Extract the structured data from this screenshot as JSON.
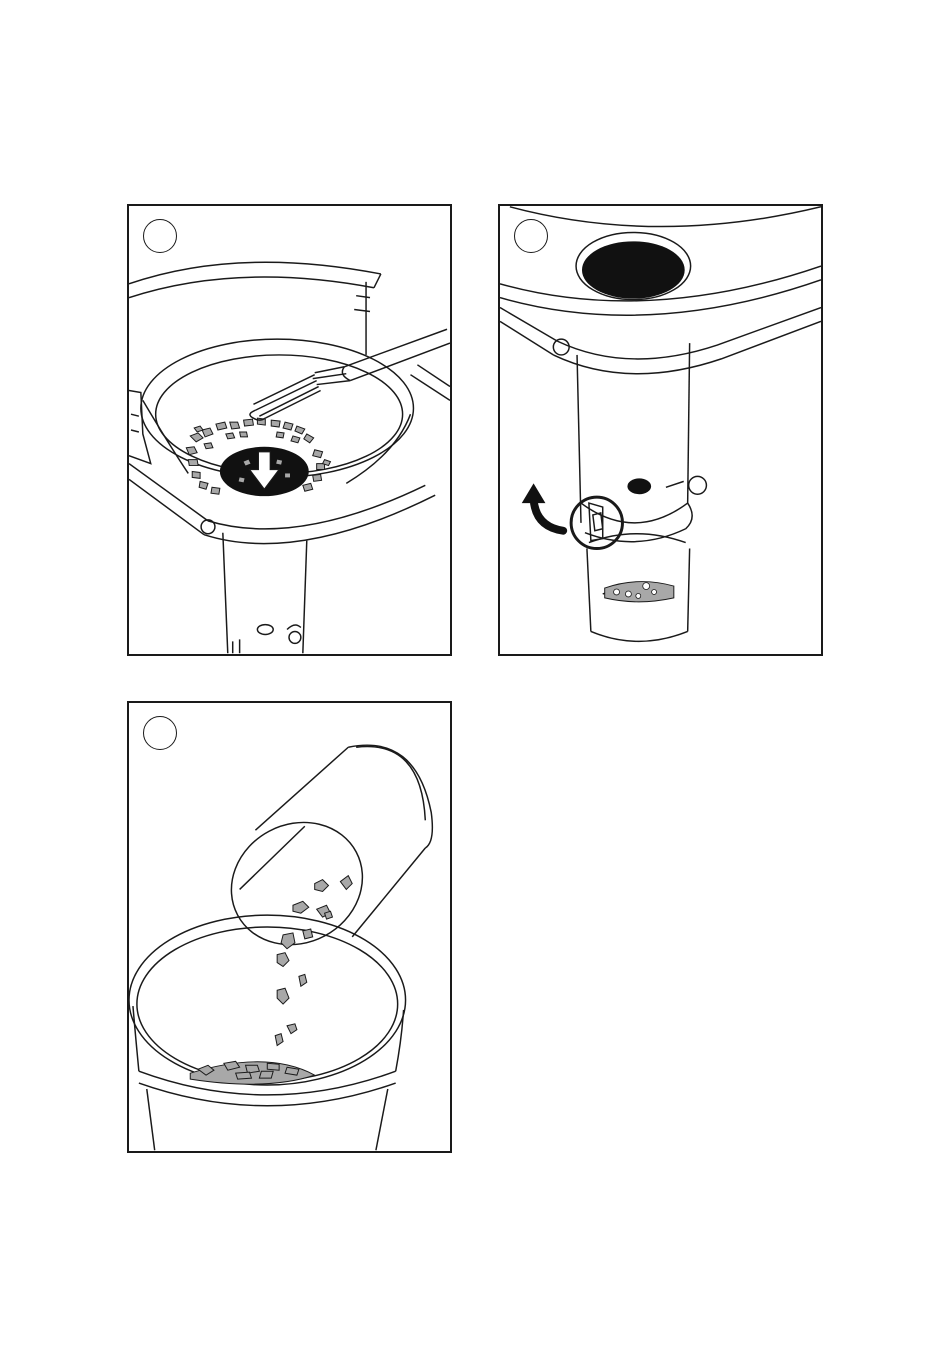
{
  "panels": [
    {
      "step_number": "",
      "scene": "funnel-brush-cleaning"
    },
    {
      "step_number": "",
      "scene": "release-latch-rotate"
    },
    {
      "step_number": "",
      "scene": "pour-container-into-bowl"
    }
  ],
  "colors": {
    "line": "#1a1a1a",
    "fill_dark": "#111111",
    "fill_debris": "#a8a8a8",
    "background": "#ffffff"
  },
  "icons": [
    "down-arrow-icon",
    "curved-arrow-icon",
    "brush-icon"
  ]
}
